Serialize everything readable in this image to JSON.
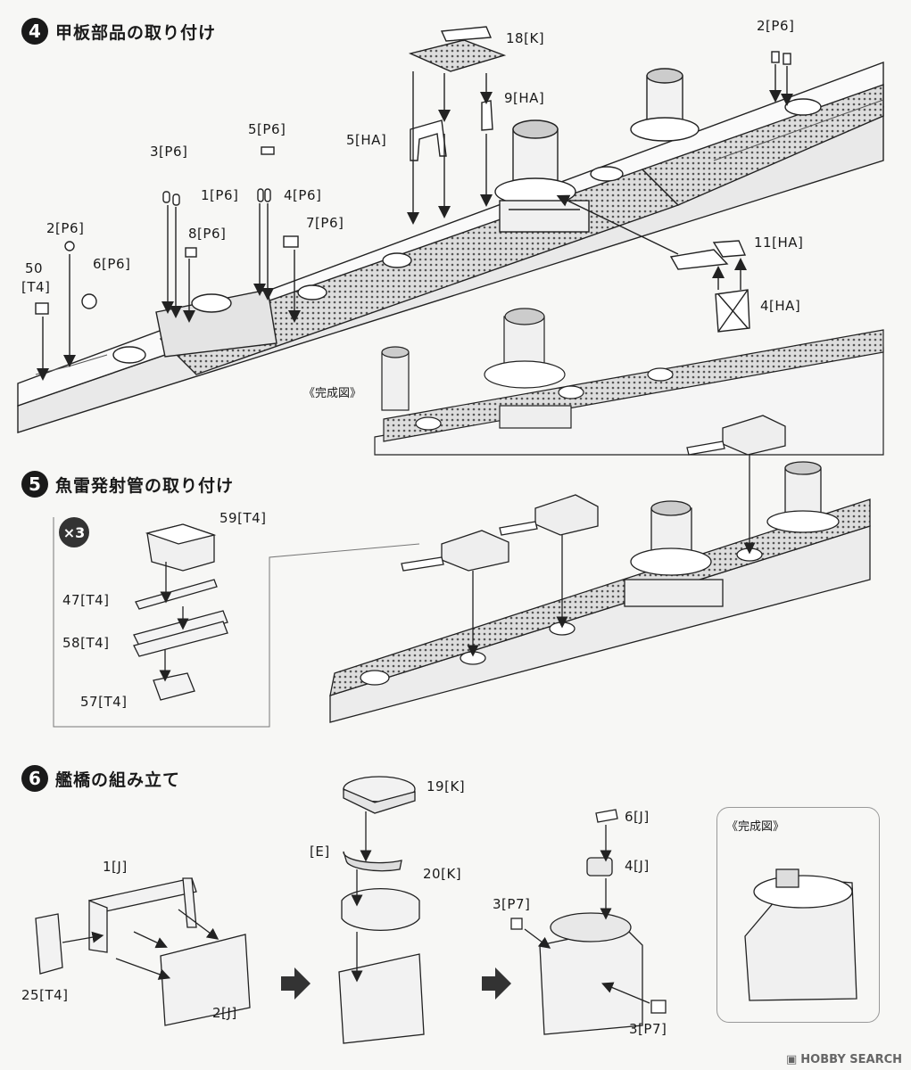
{
  "step4": {
    "number": "4",
    "title": "甲板部品の取り付け",
    "complete_label": "《完成図》",
    "parts": {
      "p18K": "18[K]",
      "p2P6_top": "2[P6]",
      "p5P6": "5[P6]",
      "p5HA": "5[HA]",
      "p9HA": "9[HA]",
      "p3P6": "3[P6]",
      "p1P6": "1[P6]",
      "p4P6": "4[P6]",
      "p7P6": "7[P6]",
      "p2P6": "2[P6]",
      "p8P6": "8[P6]",
      "p50": "50",
      "pT4": "[T4]",
      "p6P6": "6[P6]",
      "p11HA": "11[HA]",
      "p4HA": "4[HA]"
    }
  },
  "step5": {
    "number": "5",
    "title": "魚雷発射管の取り付け",
    "multiplier": "×3",
    "parts": {
      "p59T4": "59[T4]",
      "p47T4": "47[T4]",
      "p58T4": "58[T4]",
      "p57T4": "57[T4]"
    }
  },
  "step6": {
    "number": "6",
    "title": "艦橋の組み立て",
    "complete_label": "《完成図》",
    "parts": {
      "p19K": "19[K]",
      "pE": "[E]",
      "p20K": "20[K]",
      "p1J": "1[J]",
      "p25T4": "25[T4]",
      "p2J": "2[J]",
      "p6J": "6[J]",
      "p4J": "4[J]",
      "p3P7a": "3[P7]",
      "p3P7b": "3[P7]"
    }
  },
  "watermark": "HOBBY SEARCH"
}
